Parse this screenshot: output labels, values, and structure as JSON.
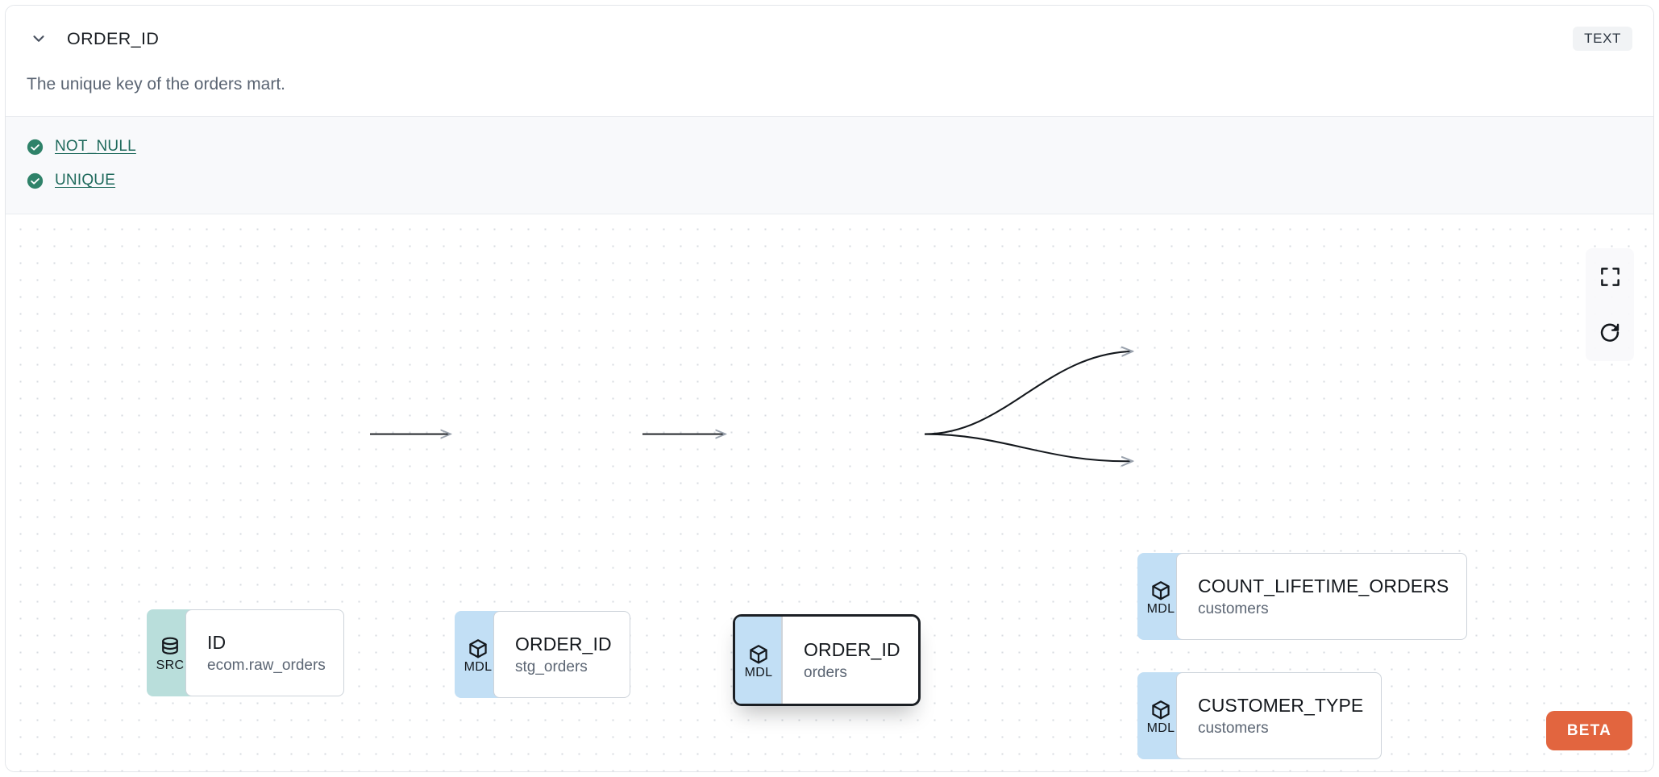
{
  "header": {
    "chevron_icon": "chevron-down-icon",
    "column_name": "ORDER_ID",
    "type_badge": "TEXT",
    "description": "The unique key of the orders mart."
  },
  "tests": [
    {
      "status_icon": "check-circle-icon",
      "label": "NOT_NULL",
      "status": "pass"
    },
    {
      "status_icon": "check-circle-icon",
      "label": "UNIQUE",
      "status": "pass"
    }
  ],
  "graph": {
    "nodes": [
      {
        "id": "src-id",
        "badge": "SRC",
        "badge_icon": "database-icon",
        "name": "ID",
        "subtitle": "ecom.raw_orders",
        "selected": false,
        "kind": "src"
      },
      {
        "id": "mdl-stg-orders",
        "badge": "MDL",
        "badge_icon": "cube-icon",
        "name": "ORDER_ID",
        "subtitle": "stg_orders",
        "selected": false,
        "kind": "mdl"
      },
      {
        "id": "mdl-orders",
        "badge": "MDL",
        "badge_icon": "cube-icon",
        "name": "ORDER_ID",
        "subtitle": "orders",
        "selected": true,
        "kind": "mdl"
      },
      {
        "id": "mdl-count-lifetime-orders",
        "badge": "MDL",
        "badge_icon": "cube-icon",
        "name": "COUNT_LIFETIME_ORDERS",
        "subtitle": "customers",
        "selected": false,
        "kind": "mdl"
      },
      {
        "id": "mdl-customer-type",
        "badge": "MDL",
        "badge_icon": "cube-icon",
        "name": "CUSTOMER_TYPE",
        "subtitle": "customers",
        "selected": false,
        "kind": "mdl"
      }
    ],
    "controls": [
      {
        "name": "fit-view-button",
        "icon": "fullscreen-icon"
      },
      {
        "name": "refresh-button",
        "icon": "refresh-icon"
      }
    ],
    "beta_label": "BETA"
  },
  "colors": {
    "src_badge": "#b9dedb",
    "mdl_badge": "#c2dff5",
    "test_pass": "#2f8269",
    "link": "#1f6a5c",
    "beta": "#e2653f",
    "edge": "#14181d"
  }
}
